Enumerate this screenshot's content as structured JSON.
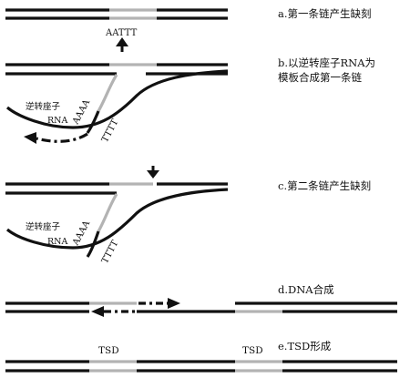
{
  "colors": {
    "dna": "#111111",
    "gap": "#b3b3b3",
    "rna": "#111111",
    "background": "#ffffff"
  },
  "steps": {
    "a": "a.第一条链产生缺刻",
    "b_line1": "b.以逆转座子RNA为",
    "b_line2": "模板合成第一条链",
    "c": "c.第二条链产生缺刻",
    "d": "d.DNA合成",
    "e": "e.TSD形成"
  },
  "seqs": {
    "aattt": "AATTT",
    "aaaa": "AAAA",
    "tttt": "TTTT"
  },
  "rna": {
    "label_line1": "逆转座子",
    "label_line2": "RNA"
  },
  "tsd": {
    "left": "TSD",
    "right": "TSD"
  },
  "icons": {
    "up_arrow": "up-arrow-icon",
    "down_arrow": "down-arrow-icon",
    "dashed_arrow": "dashed-arrow-icon"
  }
}
